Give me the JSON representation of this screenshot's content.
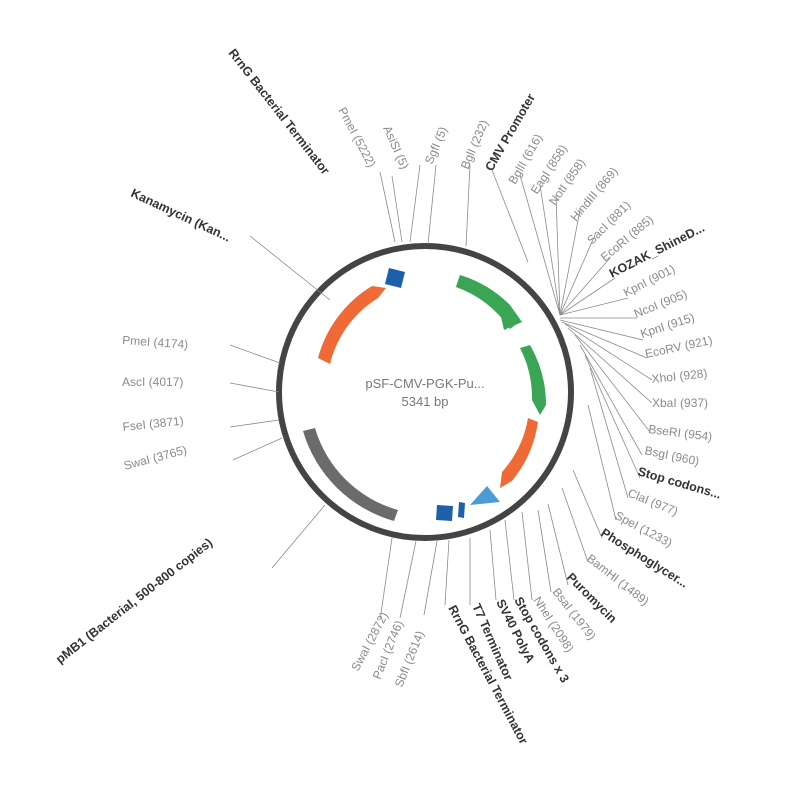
{
  "plasmid": {
    "name": "pSF-CMV-PGK-Pu...",
    "size": "5341 bp"
  },
  "colors": {
    "backbone": "#444444",
    "green": "#3aa655",
    "orange": "#f06a35",
    "dark_blue": "#1d5fa8",
    "light_blue": "#4b9bd6",
    "gray": "#6b6b6b",
    "label": "#8a8a8a",
    "label_bold": "#333333"
  },
  "labels": [
    {
      "text": "RrnG Bacterial Terminator",
      "bold": true
    },
    {
      "text": "PmeI (5222)",
      "bold": false
    },
    {
      "text": "AsiSI (5)",
      "bold": false
    },
    {
      "text": "SgfI (5)",
      "bold": false
    },
    {
      "text": "BglI (232)",
      "bold": false
    },
    {
      "text": "CMV Promoter",
      "bold": true
    },
    {
      "text": "BglII (616)",
      "bold": false
    },
    {
      "text": "EagI (858)",
      "bold": false
    },
    {
      "text": "NotI (858)",
      "bold": false
    },
    {
      "text": "HindIII (869)",
      "bold": false
    },
    {
      "text": "SacI (881)",
      "bold": false
    },
    {
      "text": "EcoRI (885)",
      "bold": false
    },
    {
      "text": "KOZAK_ShineD...",
      "bold": true
    },
    {
      "text": "KpnI (901)",
      "bold": false
    },
    {
      "text": "NcoI (905)",
      "bold": false
    },
    {
      "text": "KpnI (915)",
      "bold": false
    },
    {
      "text": "EcoRV (921)",
      "bold": false
    },
    {
      "text": "XhoI (928)",
      "bold": false
    },
    {
      "text": "XbaI (937)",
      "bold": false
    },
    {
      "text": "BseRI (954)",
      "bold": false
    },
    {
      "text": "BsgI (960)",
      "bold": false
    },
    {
      "text": "Stop codons...",
      "bold": true
    },
    {
      "text": "ClaI (977)",
      "bold": false
    },
    {
      "text": "SpeI (1233)",
      "bold": false
    },
    {
      "text": "Phosphoglycer...",
      "bold": true
    },
    {
      "text": "BamHI (1489)",
      "bold": false
    },
    {
      "text": "Puromycin",
      "bold": true
    },
    {
      "text": "BsaI (1979)",
      "bold": false
    },
    {
      "text": "NheI (2098)",
      "bold": false
    },
    {
      "text": "Stop codons x 3",
      "bold": true
    },
    {
      "text": "SV40 PolyA",
      "bold": true
    },
    {
      "text": "T7 Terminator",
      "bold": true
    },
    {
      "text": "RrnG Bacterial Terminator",
      "bold": true
    },
    {
      "text": "SbfI (2614)",
      "bold": false
    },
    {
      "text": "PacI (2746)",
      "bold": false
    },
    {
      "text": "SwaI (2872)",
      "bold": false
    },
    {
      "text": "pMB1 (Bacterial, 500-800 copies)",
      "bold": true
    },
    {
      "text": "SwaI (3765)",
      "bold": false
    },
    {
      "text": "FseI (3871)",
      "bold": false
    },
    {
      "text": "AscI (4017)",
      "bold": false
    },
    {
      "text": "PmeI (4174)",
      "bold": false
    },
    {
      "text": "Kanamycin (Kan...",
      "bold": true
    }
  ]
}
